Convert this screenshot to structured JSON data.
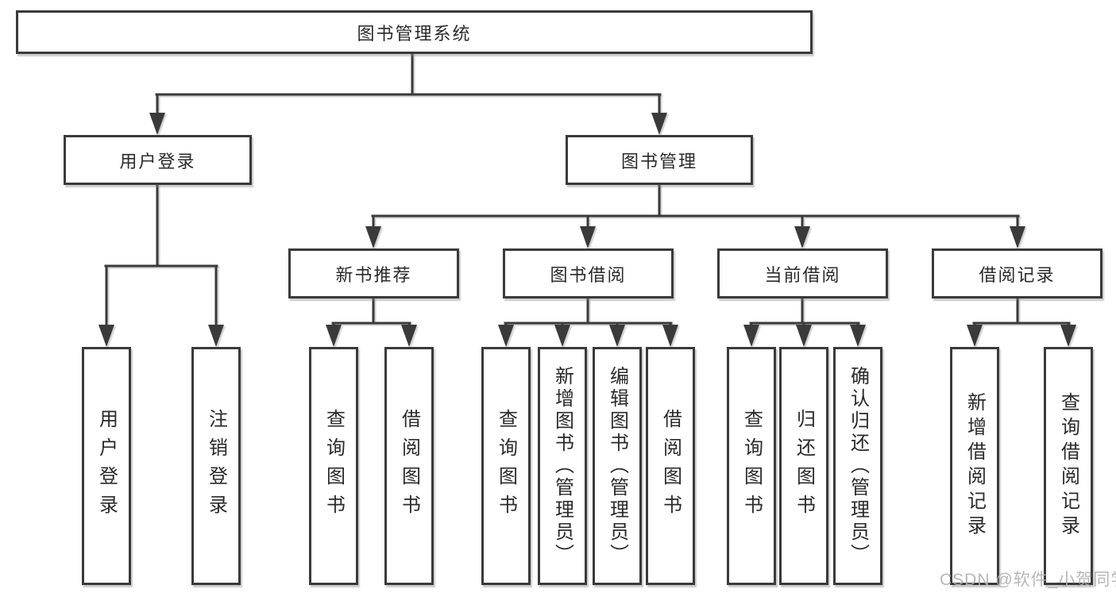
{
  "diagram": {
    "root": "图书管理系统",
    "level2": [
      "用户登录",
      "图书管理"
    ],
    "level3": [
      "新书推荐",
      "图书借阅",
      "当前借阅",
      "借阅记录"
    ],
    "leaves": {
      "user_login": [
        "用户登录",
        "注销登录"
      ],
      "new_book": [
        "查询图书",
        "借阅图书"
      ],
      "book_borrow": [
        "查询图书",
        "新增图书（管理员）",
        "编辑图书（管理员）",
        "借阅图书"
      ],
      "current_borrow": [
        "查询图书",
        "归还图书",
        "确认归还（管理员）"
      ],
      "borrow_record": [
        "新增借阅记录",
        "查询借阅记录"
      ]
    },
    "watermark": "CSDN @软件_小贺同学",
    "colors": {
      "line": "#3a3a3a",
      "border": "#3a3a3a",
      "text": "#2a2a2a",
      "watermark": "#b4b4b4",
      "background": "#ffffff"
    }
  }
}
